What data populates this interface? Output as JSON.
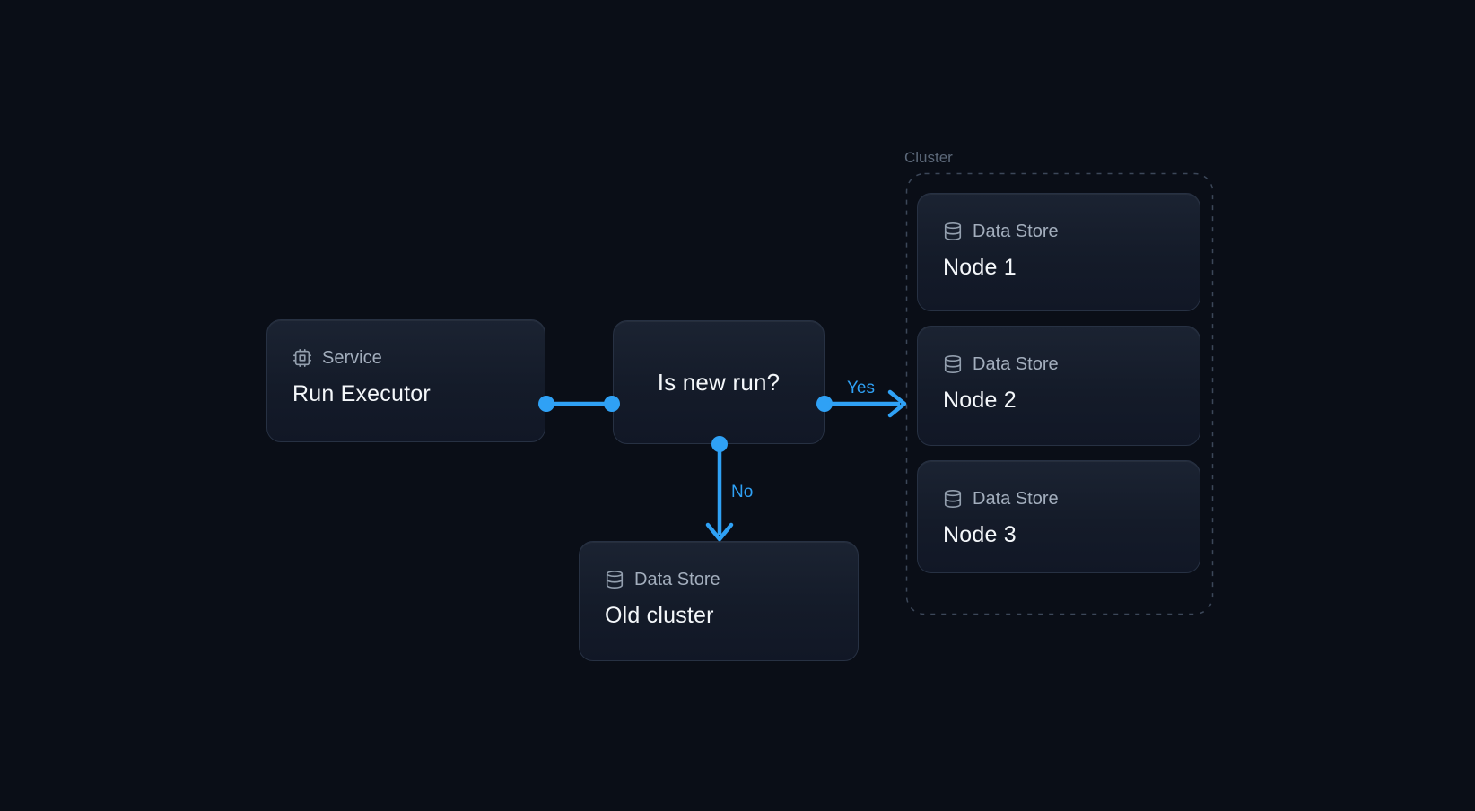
{
  "diagram": {
    "colors": {
      "background": "#0a0e17",
      "accent_blue": "#2fa1f5",
      "card_border": "#273143",
      "cluster_dash": "#3c4759",
      "label_gray": "#a3aebd",
      "title_white": "#f4f7fa",
      "cluster_label_gray": "#5c6879"
    },
    "nodes": {
      "service": {
        "icon": "cpu-icon",
        "type_label": "Service",
        "title": "Run Executor"
      },
      "decision": {
        "title": "Is new run?"
      },
      "old_cluster": {
        "icon": "database-icon",
        "type_label": "Data Store",
        "title": "Old cluster"
      }
    },
    "cluster": {
      "label": "Cluster",
      "children": [
        {
          "icon": "database-icon",
          "type_label": "Data Store",
          "title": "Node 1"
        },
        {
          "icon": "database-icon",
          "type_label": "Data Store",
          "title": "Node 2"
        },
        {
          "icon": "database-icon",
          "type_label": "Data Store",
          "title": "Node 3"
        }
      ]
    },
    "edges": {
      "yes": {
        "label": "Yes"
      },
      "no": {
        "label": "No"
      }
    }
  }
}
